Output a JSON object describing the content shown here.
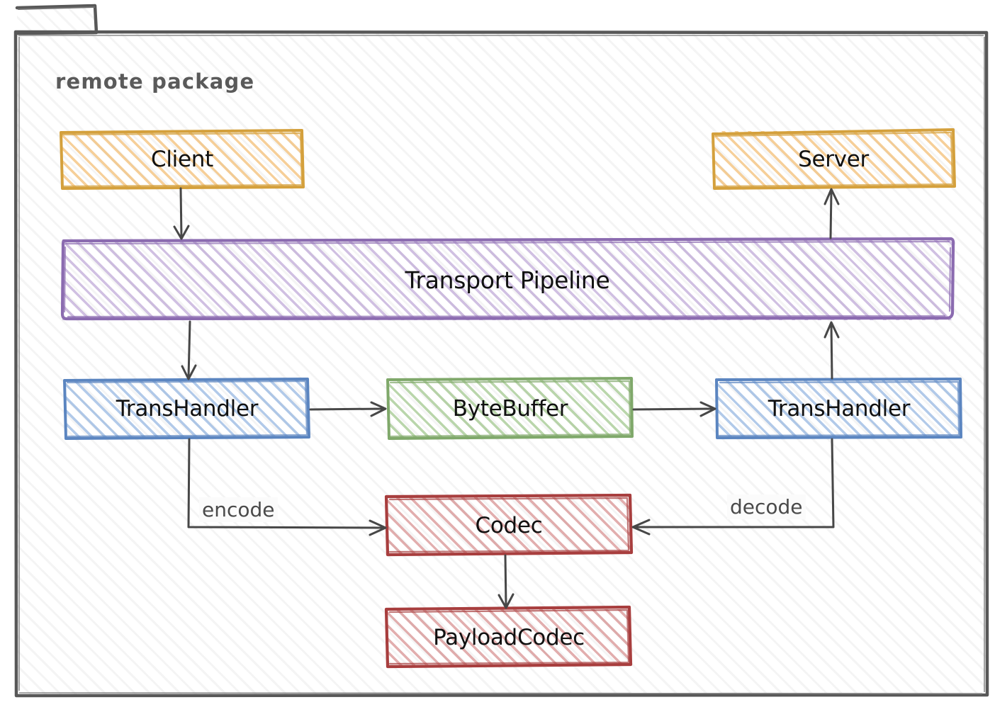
{
  "diagram": {
    "package": {
      "title": "remote package",
      "tab_label": ""
    },
    "nodes": [
      {
        "id": "client",
        "label": "Client",
        "color": "#d4a03c",
        "fill": "#f0b25a"
      },
      {
        "id": "server",
        "label": "Server",
        "color": "#d4a03c",
        "fill": "#f0b25a"
      },
      {
        "id": "pipeline",
        "label": "Transport Pipeline",
        "color": "#8b6bb0",
        "fill": "#a687c8"
      },
      {
        "id": "transhandler_left",
        "label": "TransHandler",
        "color": "#5b85c0",
        "fill": "#82a9dc"
      },
      {
        "id": "bytebuffer",
        "label": "ByteBuffer",
        "color": "#7fa86a",
        "fill": "#8cba74"
      },
      {
        "id": "transhandler_right",
        "label": "TransHandler",
        "color": "#5b85c0",
        "fill": "#82a9dc"
      },
      {
        "id": "codec",
        "label": "Codec",
        "color": "#a83e3e",
        "fill": "#ce7878"
      },
      {
        "id": "payloadcodec",
        "label": "PayloadCodec",
        "color": "#a83e3e",
        "fill": "#ce7878"
      }
    ],
    "edges": [
      {
        "id": "client-to-pipeline",
        "label": ""
      },
      {
        "id": "pipeline-to-transhandler",
        "label": ""
      },
      {
        "id": "transhandler-to-bytebuffer",
        "label": ""
      },
      {
        "id": "bytebuffer-to-transhandler",
        "label": ""
      },
      {
        "id": "transhandler-to-codec",
        "label": "encode"
      },
      {
        "id": "transhandler-from-codec",
        "label": "decode"
      },
      {
        "id": "codec-to-payloadcodec",
        "label": ""
      },
      {
        "id": "transhandler-to-pipeline",
        "label": ""
      },
      {
        "id": "pipeline-to-server",
        "label": ""
      }
    ],
    "colors": {
      "amber": "#d4a03c",
      "purple": "#8b6bb0",
      "blue": "#5b85c0",
      "green": "#7fa86a",
      "red": "#a83e3e",
      "outline": "#585858",
      "arrow": "#474747",
      "title_text": "#5a5a5a"
    }
  }
}
